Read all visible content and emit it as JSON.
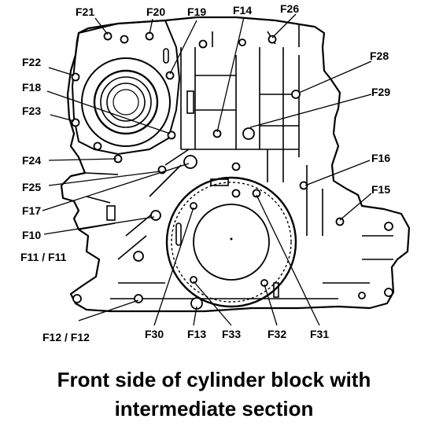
{
  "labels": {
    "F21": "F21",
    "F20": "F20",
    "F19": "F19",
    "F14": "F14",
    "F26": "F26",
    "F22": "F22",
    "F28": "F28",
    "F18": "F18",
    "F29": "F29",
    "F23": "F23",
    "F16": "F16",
    "F24": "F24",
    "F25": "F25",
    "F15": "F15",
    "F17": "F17",
    "F10": "F10",
    "F11": "F11 / F11",
    "F12": "F12 / F12",
    "F30": "F30",
    "F13": "F13",
    "F33": "F33",
    "F32": "F32",
    "F31": "F31"
  },
  "caption": {
    "line1": "Front side of cylinder block with",
    "line2": "intermediate section"
  }
}
